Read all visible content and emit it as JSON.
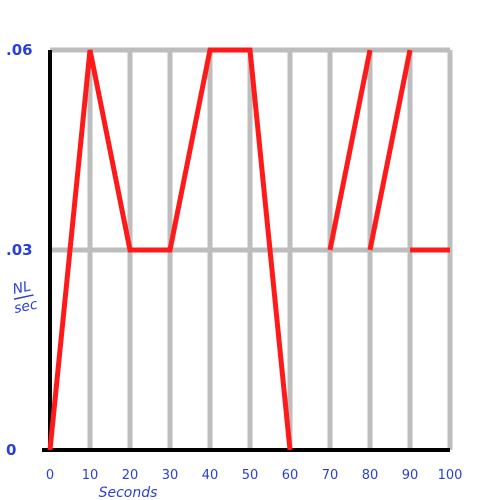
{
  "chart_data": {
    "type": "line",
    "title": "",
    "xlabel": "Seconds",
    "ylabel_num": "NL",
    "ylabel_den": "sec",
    "xlim": [
      0,
      100
    ],
    "ylim": [
      0,
      0.06
    ],
    "grid": true,
    "x_ticks": [
      0,
      10,
      20,
      30,
      40,
      50,
      60,
      70,
      80,
      90,
      100
    ],
    "x_tick_labels": [
      "0",
      "10",
      "20",
      "30",
      "40",
      "50",
      "60",
      "70",
      "80",
      "90",
      "100"
    ],
    "y_ticks": [
      0,
      0.03,
      0.06
    ],
    "y_tick_labels": [
      "0",
      ".03",
      ".06"
    ],
    "line_color": "#ff1a1a",
    "grid_color": "#bdbdbd",
    "axis_color": "#000000",
    "label_color": "#2a3fd6",
    "segments": [
      {
        "x": [
          0,
          10,
          20,
          30,
          40,
          50,
          60
        ],
        "y": [
          0,
          0.06,
          0.03,
          0.03,
          0.06,
          0.06,
          0
        ]
      },
      {
        "x": [
          70,
          80
        ],
        "y": [
          0.03,
          0.06
        ]
      },
      {
        "x": [
          80,
          90
        ],
        "y": [
          0.03,
          0.06
        ]
      },
      {
        "x": [
          90,
          100
        ],
        "y": [
          0.03,
          0.03
        ]
      }
    ]
  }
}
